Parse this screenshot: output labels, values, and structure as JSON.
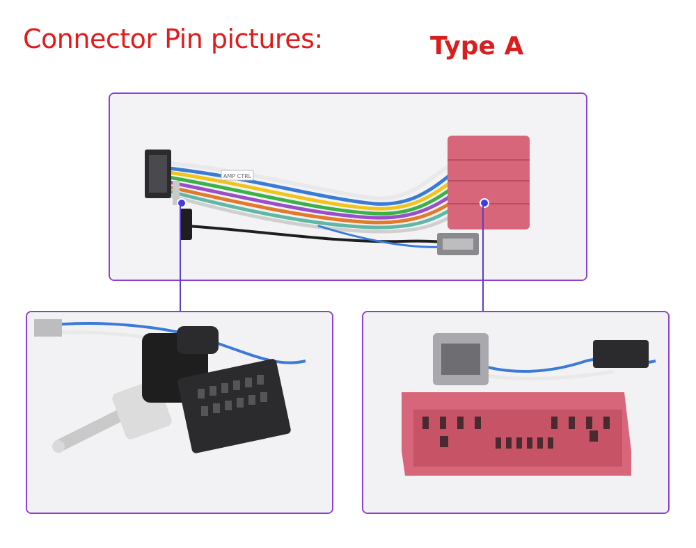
{
  "header": {
    "title": "Connector Pin pictures:",
    "type_label": "Type A"
  },
  "top_panel": {
    "tag_text": "AMP CTRL"
  },
  "colors": {
    "title_red": "#e01b1b",
    "panel_border": "#8e3fd0",
    "pointer_line": "#5b3cc4",
    "pink_connector": "#d8667a",
    "black_connector": "#2b2b2e",
    "gray_connector": "#8a8a8e"
  }
}
